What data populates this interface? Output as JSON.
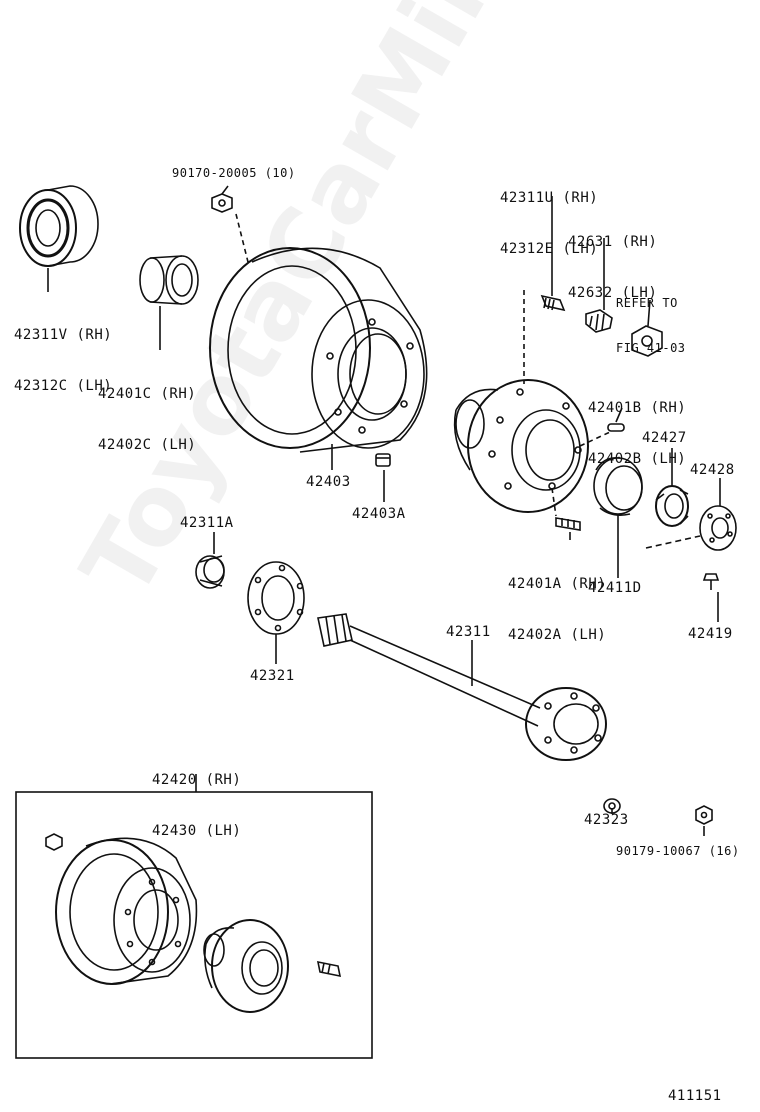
{
  "watermark": "ToyotaCarMine.ru",
  "figure_number": "411151",
  "callouts": {
    "seal_outer": [
      "42311V (RH)",
      "42312C (LH)"
    ],
    "nut_top": "90170-20005 (10)",
    "outer_bearing": [
      "42401C (RH)",
      "42402C (LH)"
    ],
    "drum": "42403",
    "plug": "42403A",
    "hub_bolt": [
      "42311U (RH)",
      "42312E (LH)"
    ],
    "stud": [
      "42631 (RH)",
      "42632 (LH)"
    ],
    "refer": [
      "REFER TO",
      "FIG 41-03"
    ],
    "hub": [
      "42401B (RH)",
      "42402B (LH)"
    ],
    "washer_a": "42427",
    "lock_plate": "42428",
    "oil_seal_small": "42311A",
    "gasket": "42321",
    "hub_pin": [
      "42401A (RH)",
      "42402A (LH)"
    ],
    "inner_bearing": "42411D",
    "axle_shaft": "42311",
    "screw": "42419",
    "assembly": [
      "42420 (RH)",
      "42430 (LH)"
    ],
    "cone_washer": "42323",
    "nut_bottom": "90179-10067 (16)"
  }
}
